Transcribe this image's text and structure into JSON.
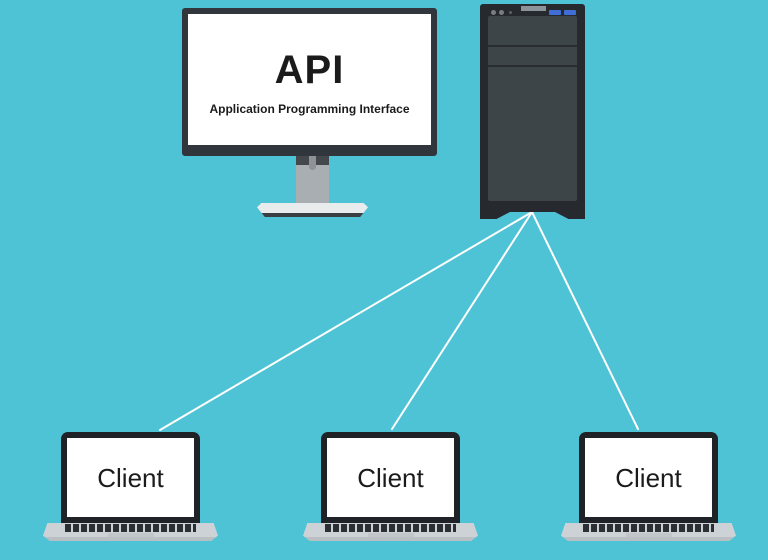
{
  "title": "API client-server diagram",
  "colors": {
    "background": "#4ec3d5",
    "line": "#ffffff",
    "monitor_frame": "#30363b",
    "screen_white": "#ffffff",
    "stand_gray": "#a9aeb2",
    "stand_dark": "#44484c",
    "server_case": "#26292d",
    "server_panel": "#3e4549",
    "usb_blue": "#3f6fd6",
    "laptop_bezel": "#1f2327",
    "laptop_base": "#cdd2d6",
    "text": "#1b1b1b"
  },
  "monitor": {
    "title": "API",
    "subtitle": "Application Programming Interface"
  },
  "server": {
    "name": "server-tower"
  },
  "clients": [
    {
      "id": "client-1",
      "label": "Client"
    },
    {
      "id": "client-2",
      "label": "Client"
    },
    {
      "id": "client-3",
      "label": "Client"
    }
  ],
  "connections": [
    {
      "from": "server",
      "to": "client-1"
    },
    {
      "from": "server",
      "to": "client-2"
    },
    {
      "from": "server",
      "to": "client-3"
    }
  ]
}
